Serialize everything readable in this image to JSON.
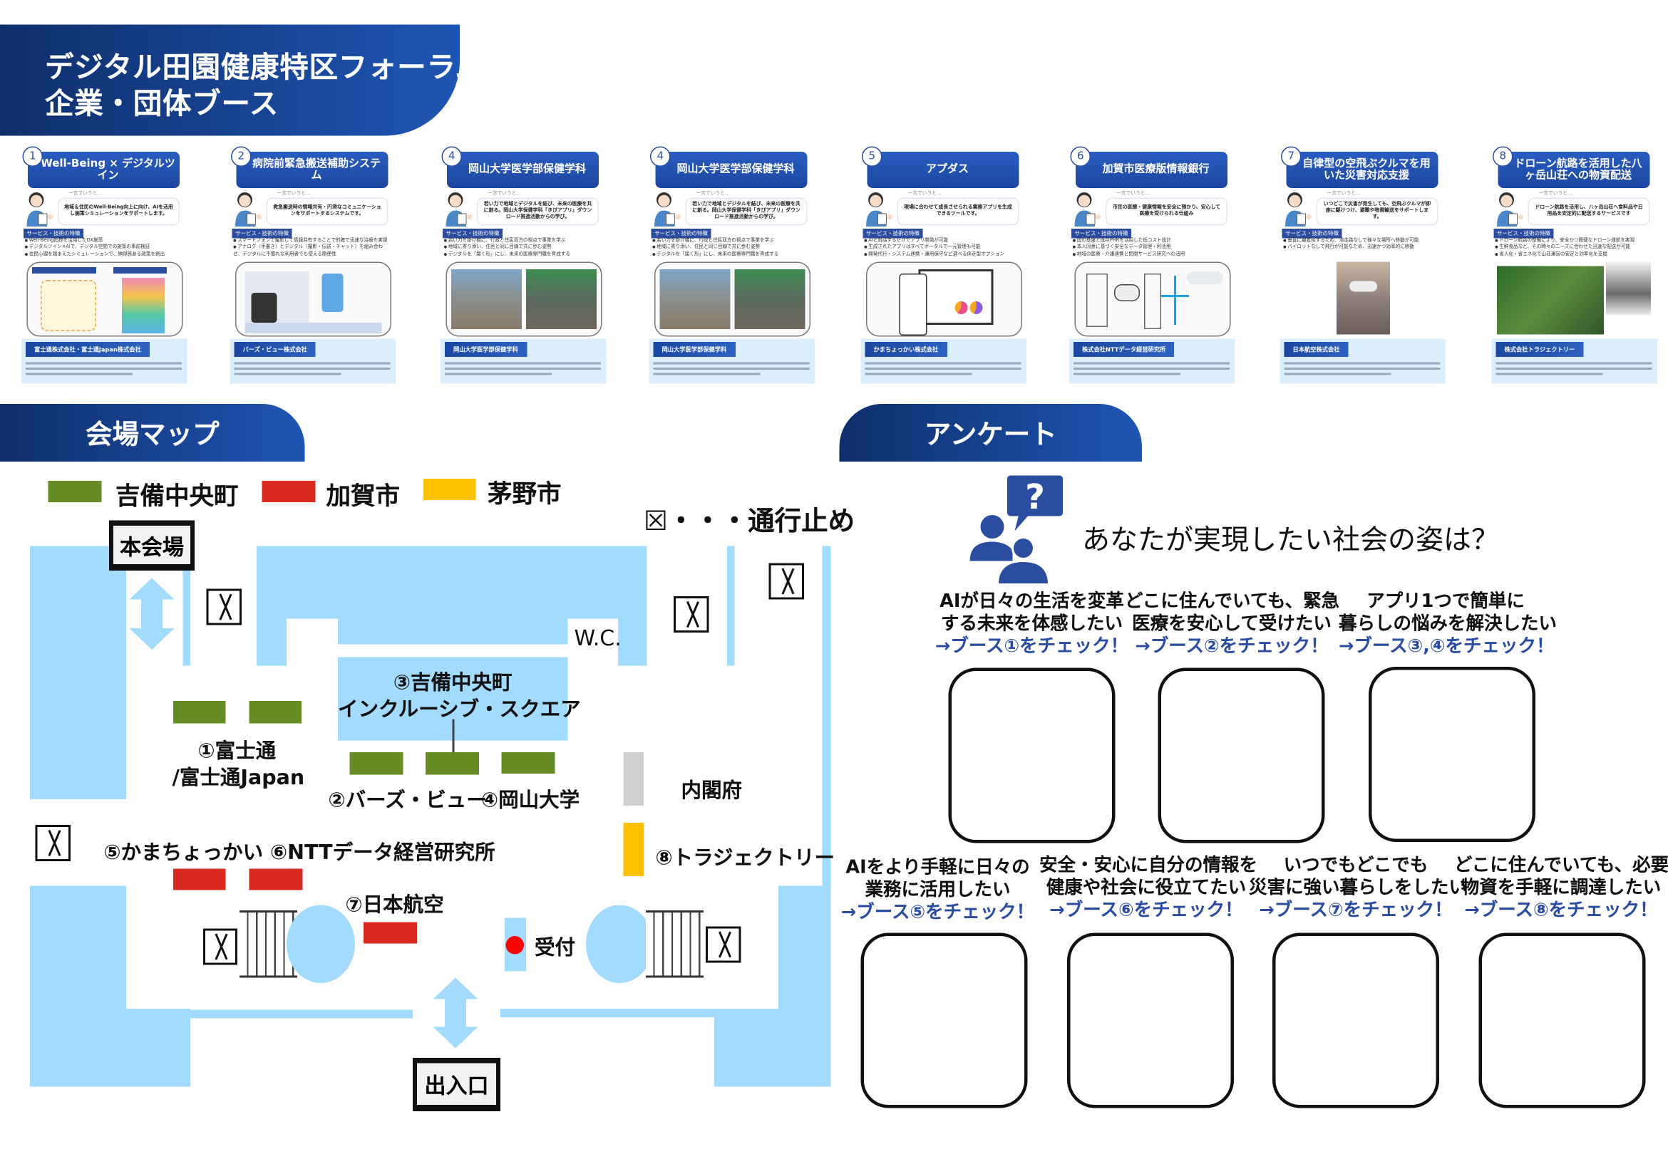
{
  "header": {
    "title_line1": "デジタル田園健康特区フォーラム",
    "title_line2": "企業・団体ブース"
  },
  "cards_common": {
    "one_word_label": "ー言でいうと…",
    "feature_label": "サービス・技術の特徴"
  },
  "cards": [
    {
      "number": "1",
      "title": "Well-Being × デジタルツイン",
      "summary": "地域＆住民のWell-Being向上に向け、AIを活用し施策シミュレーションをサポートします。",
      "features": [
        "Well-Being指標を活用したDX施策",
        "デジタルツイン×AIで、デジタル空間での施策の事前検証",
        "住民心理を踏まえたシミュレーションで、納得感ある政策を創出"
      ],
      "company": "富士通株式会社・富士通Japan株式会社",
      "image": "diagram"
    },
    {
      "number": "2",
      "title": "病院前緊急搬送補助システム",
      "summary": "救急搬送時の情報共有・円滑なコミュニケーションをサポートするシステムです。",
      "features": [
        "スマートフォンで撮影して情報共有することで的確で迅速な治療を実現",
        "アナログ（手書き）とデジタル（撮影・伝送・チャット）を組み合わせ、デジタルに不慣れな利用者でも使える簡便性"
      ],
      "company": "バーズ・ビュー株式会社",
      "image": "screens"
    },
    {
      "number": "4",
      "title": "岡山大学医学部保健学科",
      "summary": "若い力で地域とデジタルを結び、未来の医療を共に創る。岡山大学保健学科「きびアプリ」ダウンロード推進活動からの学び。",
      "features": [
        "若い力を掛け橋に、行政と住民双方の視点で事業を学ぶ",
        "地域に寄り添い、住民と同じ目線で共に歩む姿勢",
        "デジタルを「届く形」にし、未来の医療専門職を育成する"
      ],
      "company": "岡山大学医学部保健学科",
      "image": "photos"
    },
    {
      "number": "4",
      "title": "岡山大学医学部保健学科",
      "summary": "若い力で地域とデジタルを結び、未来の医療を共に創る。岡山大学保健学科「きびアプリ」ダウンロード推進活動からの学び。",
      "features": [
        "若い力を掛け橋に、行政と住民双方の視点で事業を学ぶ",
        "地域に寄り添い、住民と同じ目線で共に歩む姿勢",
        "デジタルを「届く形」にし、未来の医療専門職を育成する"
      ],
      "company": "岡山大学医学部保健学科",
      "image": "photos"
    },
    {
      "number": "5",
      "title": "アプダス",
      "summary": "現場に合わせて成長させられる業務アプリを生成できるツールです。",
      "features": [
        "AIと対話するだけでアプリ開発が可能",
        "生成されたアプリはすべてポータルで一元管理も可能",
        "開発代行・システム連携・運用保守など選べる伴走型オプション"
      ],
      "company": "かまちょっかい株式会社",
      "image": "devices"
    },
    {
      "number": "6",
      "title": "加賀市医療版情報銀行",
      "summary": "市民の医療・健康情報を安全に預かり、安心して医療を受けられる仕組み",
      "features": [
        "国の基盤と既存PHRを活用した低コスト設計",
        "本人同意に基づく安全なデータ管理・利活用",
        "地域の医療・介護連携と民間サービス研究への活用"
      ],
      "company": "株式会社NTTデータ経営研究所",
      "image": "diagram2"
    },
    {
      "number": "7",
      "title": "自律型の空飛ぶクルマを用いた災害対応支援",
      "summary": "いつどこで災害が発生しても、空飛ぶクルマが即座に駆けつけ、避難や物資輸送をサポートします。",
      "features": [
        "垂直に離着陸するため、滑走路なしで様々な場所へ移動が可能",
        "パイロットなしで飛行が可能なため、迅速かつ効率的に移動"
      ],
      "company": "日本航空株式会社",
      "image": "aircraft"
    },
    {
      "number": "8",
      "title": "ドローン航路を活用した八ヶ岳山荘への物資配送",
      "summary": "ドローン航路を活用し、八ヶ岳山荘へ食料品や日用品を安定的に配送するサービスです",
      "features": [
        "ドローン航路の整備により、安全かつ簡便なドローン運航を実現",
        "生鮮食品など、その時々のニーズに合わせた迅速な配送が可能",
        "省人化・省エネ化で山荘運営の安定と効率化を支援"
      ],
      "company": "株式会社トラジェクトリー",
      "image": "terrain"
    }
  ],
  "map": {
    "section_title": "会場マップ",
    "legend": [
      {
        "label": "吉備中央町",
        "color": "#668c23"
      },
      {
        "label": "加賀市",
        "color": "#da2a1f"
      },
      {
        "label": "茅野市",
        "color": "#ffc000"
      }
    ],
    "closed_legend": "☒・・・通行止め",
    "main_hall": "本会場",
    "entrance": "出入口",
    "wc": "W.C.",
    "reception": "受付",
    "booth3_line1": "③吉備中央町",
    "booth3_line2": "インクルーシブ・スクエア",
    "booth1_line1": "①富士通",
    "booth1_line2": "/富士通Japan",
    "booth2": "②バーズ・ビュー",
    "booth4": "④岡山大学",
    "cabinet_office": "内閣府",
    "booth56": "⑤かまちょっかい ⑥NTTデータ経営研究所",
    "booth7": "⑦日本航空",
    "booth8": "⑧トラジェクトリー",
    "colors": {
      "floor": "#a2dbfd",
      "cabinet_office": "#d0d0d0",
      "reception_dot": "#ff0000"
    }
  },
  "survey": {
    "section_title": "アンケート",
    "question": "あなたが実現したい社会の姿は？",
    "link_color": "#2b4da0",
    "options": [
      {
        "line1": "AIが日々の生活を変革",
        "line2": "する未来を体感したい",
        "link": "→ブース①をチェック！"
      },
      {
        "line1": "どこに住んでいても、緊急",
        "line2": "医療を安心して受けたい",
        "link": "→ブース②をチェック！"
      },
      {
        "line1": "アプリ1つで簡単に",
        "line2": "暮らしの悩みを解決したい",
        "link": "→ブース③,④をチェック！"
      },
      {
        "line1": "AIをより手軽に日々の",
        "line2": "業務に活用したい",
        "link": "→ブース⑤をチェック！"
      },
      {
        "line1": "安全・安心に自分の情報を",
        "line2": "健康や社会に役立てたい",
        "link": "→ブース⑥をチェック！"
      },
      {
        "line1": "いつでもどこでも",
        "line2": "災害に強い暮らしをしたい",
        "link": "→ブース⑦をチェック！"
      },
      {
        "line1": "どこに住んでいても、必要な",
        "line2": "物資を手軽に調達したい",
        "link": "→ブース⑧をチェック！"
      }
    ]
  }
}
